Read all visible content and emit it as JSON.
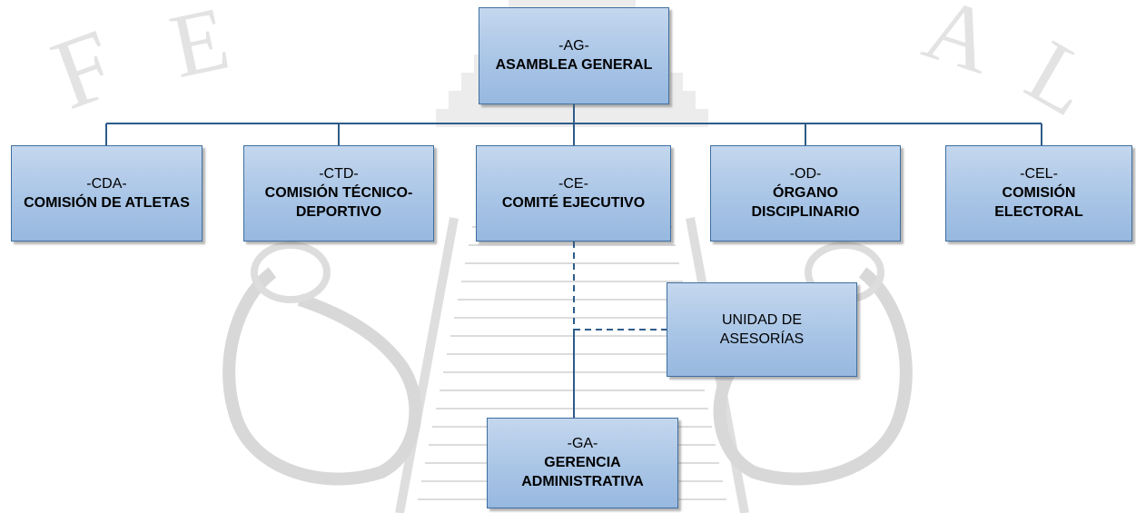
{
  "colors": {
    "box_border": "#3f6f9f",
    "box_fill_top": "#c4d7ee",
    "box_fill_bottom": "#97b8df",
    "connector": "#2e5c8a",
    "watermark": "#e6e6e6"
  },
  "nodes": {
    "ag": {
      "code": "-AG-",
      "name": "ASAMBLEA GENERAL"
    },
    "cda": {
      "code": "-CDA-",
      "name": "COMISIÓN DE ATLETAS"
    },
    "ctd": {
      "code": "-CTD-",
      "name_line1": "COMISIÓN TÉCNICO-",
      "name_line2": "DEPORTIVO"
    },
    "ce": {
      "code": "-CE-",
      "name": "COMITÉ EJECUTIVO"
    },
    "od": {
      "code": "-OD-",
      "name_line1": "ÓRGANO",
      "name_line2": "DISCIPLINARIO"
    },
    "cel": {
      "code": "-CEL-",
      "name_line1": "COMISIÓN",
      "name_line2": "ELECTORAL"
    },
    "ua": {
      "name_line1": "UNIDAD DE",
      "name_line2": "ASESORÍAS"
    },
    "ga": {
      "code": "-GA-",
      "name_line1": "GERENCIA",
      "name_line2": "ADMINISTRATIVA"
    }
  },
  "watermark": {
    "letters_left": [
      "F",
      "E"
    ],
    "letters_right": [
      "A",
      "L"
    ]
  }
}
